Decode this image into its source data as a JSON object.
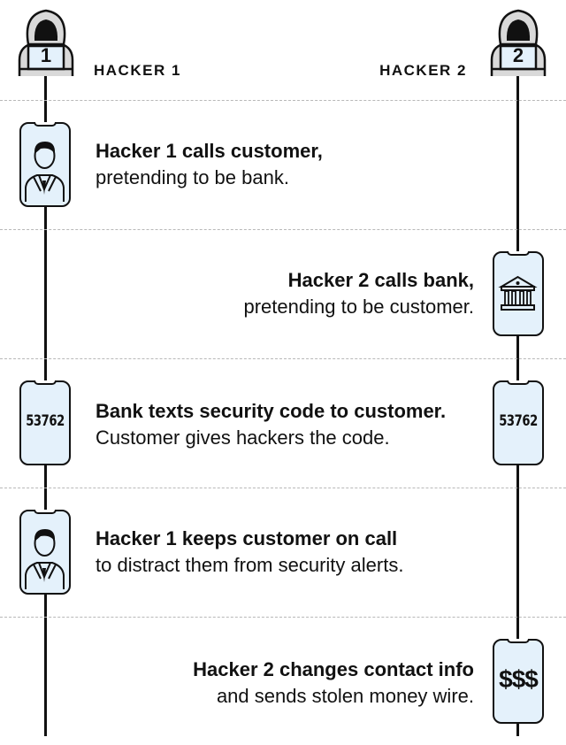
{
  "header": {
    "hacker1_label": "HACKER 1",
    "hacker2_label": "HACKER 2",
    "hacker1_badge": "1",
    "hacker2_badge": "2"
  },
  "steps": [
    {
      "bold": "Hacker 1 calls customer,",
      "normal": "pretending to be bank.",
      "icon": "customer-icon"
    },
    {
      "bold": "Hacker 2 calls bank,",
      "normal": "pretending to be customer.",
      "icon": "bank-icon"
    },
    {
      "bold": "Bank texts security code to customer.",
      "normal": "Customer gives hackers the code.",
      "code_left": "53762",
      "code_right": "53762"
    },
    {
      "bold": "Hacker 1 keeps customer on call",
      "normal": "to distract them from security alerts.",
      "icon": "customer-icon"
    },
    {
      "bold": "Hacker 2 changes contact info",
      "normal": "and sends stolen money wire.",
      "money": "$$$"
    }
  ],
  "colors": {
    "phone_fill": "#e4f1fb",
    "line": "#111111",
    "divider": "#b8b8b8"
  }
}
